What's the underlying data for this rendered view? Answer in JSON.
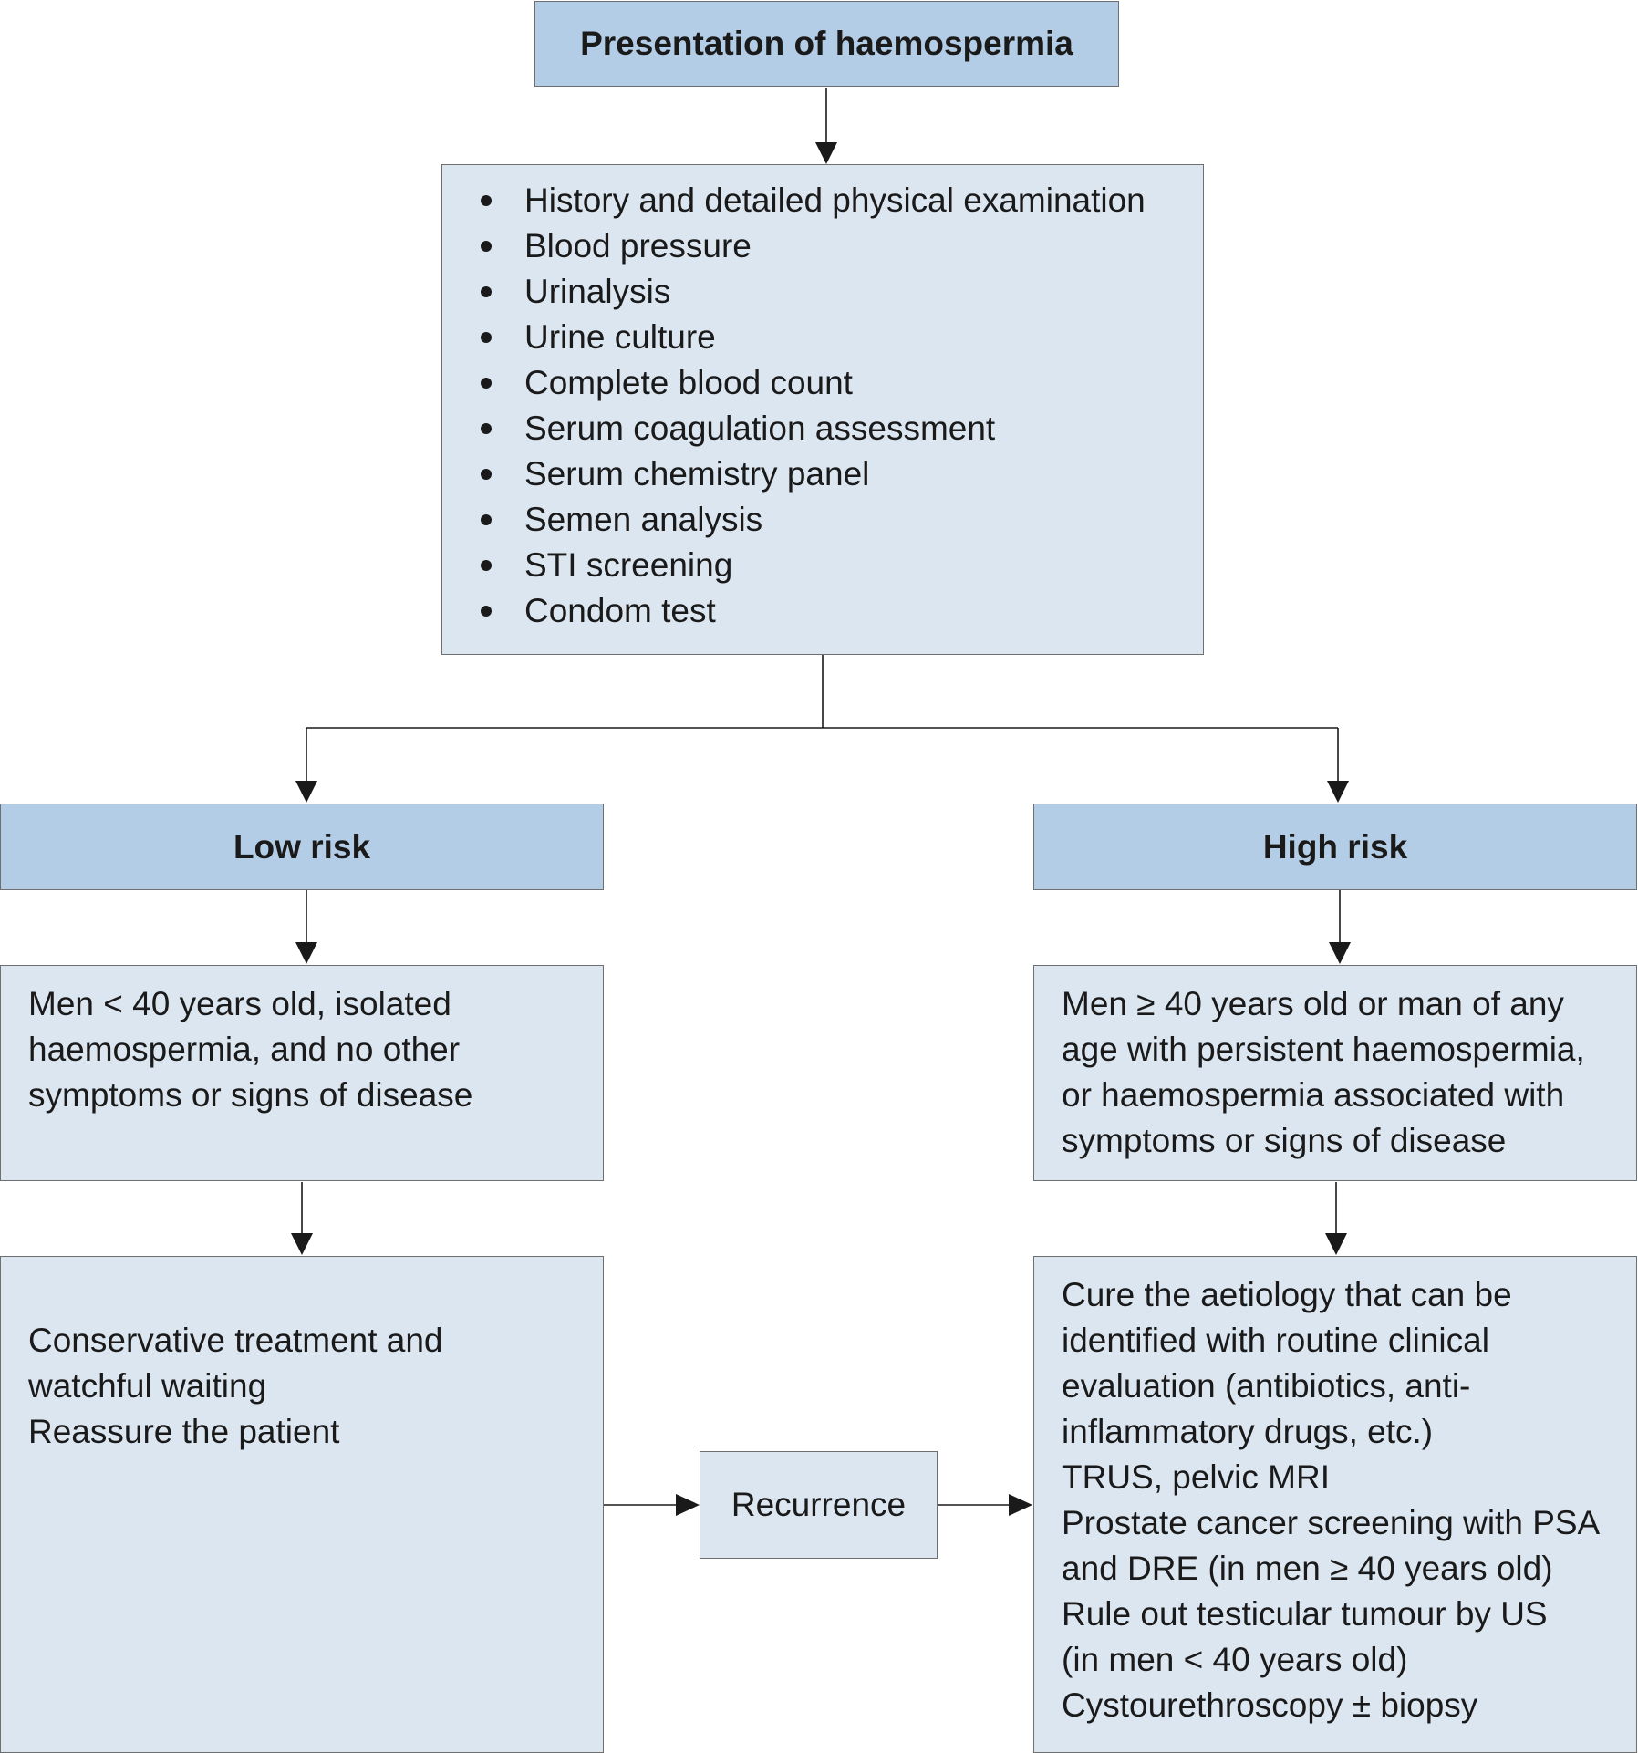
{
  "title": "Presentation of haemospermia",
  "workup": {
    "items": [
      "History and detailed physical examination",
      "Blood pressure",
      "Urinalysis",
      "Urine culture",
      "Complete blood count",
      "Serum coagulation assessment",
      "Serum chemistry panel",
      "Semen analysis",
      "STI screening",
      "Condom test"
    ]
  },
  "low_risk": {
    "label": "Low risk",
    "criteria": [
      "Men < 40 years old, isolated",
      "haemospermia, and no other",
      "symptoms or signs of disease"
    ],
    "management": [
      "Conservative treatment and",
      "watchful waiting",
      "Reassure the patient"
    ]
  },
  "high_risk": {
    "label": "High risk",
    "criteria": [
      "Men ≥ 40 years old or man of any",
      "age with persistent haemospermia,",
      "or haemospermia associated with",
      "symptoms or signs of disease"
    ],
    "management": [
      "Cure the aetiology that can be",
      "identified with routine clinical",
      "evaluation (antibiotics, anti-",
      "inflammatory drugs, etc.)",
      "TRUS, pelvic MRI",
      "Prostate cancer screening with PSA",
      "and DRE (in men ≥ 40 years old)",
      "Rule out testicular tumour by US",
      "(in men < 40  years old)",
      "Cystourethroscopy ± biopsy"
    ]
  },
  "recurrence": "Recurrence",
  "colors": {
    "header_fill": "#b4cde6",
    "body_fill": "#dce6f1",
    "border": "#6f6f6f",
    "arrow": "#1a1a1a"
  }
}
